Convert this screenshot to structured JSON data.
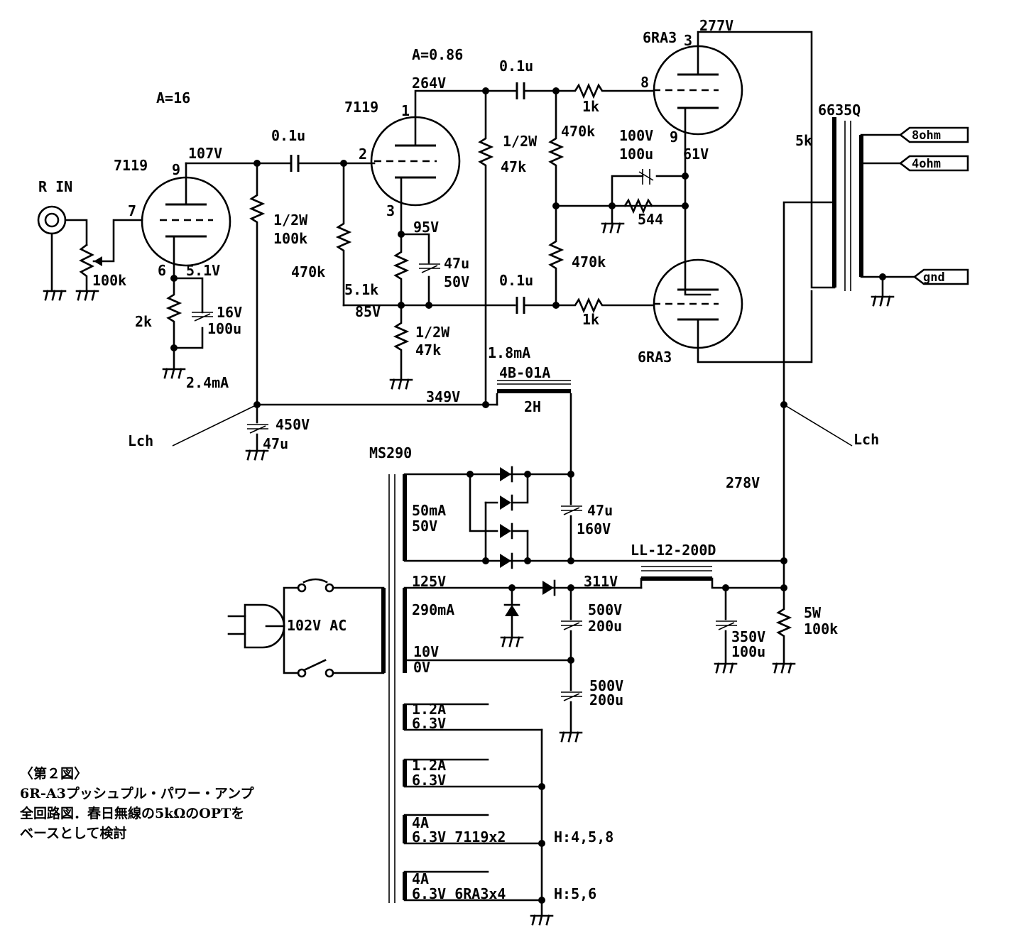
{
  "caption": {
    "line1": "〈第２図〉",
    "line2": "6R-A3プッシュプル・パワー・アンプ",
    "line3": "全回路図．春日無線の5kΩのOPTを",
    "line4": "ベースとして検討"
  },
  "labels": {
    "rin": "R IN",
    "vol": "100k",
    "gain1": "A=16",
    "v1": "7119",
    "v1p9": "9",
    "v1p7": "7",
    "v1p6": "6",
    "v1plate": "107V",
    "v1cath": "5.1V",
    "rk1": "2k",
    "ck1a": "16V",
    "ck1b": "100u",
    "i1": "2.4mA",
    "cc1": "0.1u",
    "rl1a": "1/2W",
    "rl1b": "100k",
    "rg2": "470k",
    "gain2": "A=0.86",
    "v2": "7119",
    "v2p1": "1",
    "v2p2": "2",
    "v2p3": "3",
    "v2plate": "264V",
    "v2cath": "95V",
    "rk2": "5.1k",
    "ck2a": "47u",
    "ck2b": "50V",
    "v2bias": "85V",
    "rb2a": "1/2W",
    "rb2b": "47k",
    "rl2a": "1/2W",
    "rl2b": "47k",
    "i2": "1.8mA",
    "cc2": "0.1u",
    "cc3": "0.1u",
    "rg3": "470k",
    "rg4": "470k",
    "rs1": "1k",
    "rs2": "1k",
    "v3": "6RA3",
    "v3p3": "3",
    "v3p8": "8",
    "v3p9": "9",
    "v3plate": "277V",
    "v3cath": "61V",
    "v4": "6RA3",
    "ck3a": "100V",
    "ck3b": "100u",
    "rk3": "544",
    "opt": "6635Q",
    "optz": "5k",
    "out8": "8ohm",
    "out4": "4ohm",
    "outg": "gnd",
    "choke1": "4B-01A",
    "choke1h": "2H",
    "b1": "349V",
    "cf1a": "450V",
    "cf1b": "47u",
    "lch1": "Lch",
    "lch2": "Lch",
    "b2": "278V",
    "pt": "MS290",
    "s1a": "50mA",
    "s1b": "50V",
    "cb1a": "47u",
    "cb1b": "160V",
    "choke2": "LL-12-200D",
    "s2a": "125V",
    "s2b": "290mA",
    "s2c": "10V",
    "s2d": "0V",
    "b3": "311V",
    "cb2a": "500V",
    "cb2b": "200u",
    "cb3a": "500V",
    "cb3b": "200u",
    "cb4a": "350V",
    "cb4b": "100u",
    "rbl1": "5W",
    "rbl2": "100k",
    "ac": "102V AC",
    "h1a": "1.2A",
    "h1b": "6.3V",
    "h2a": "1.2A",
    "h2b": "6.3V",
    "h3a": "4A",
    "h3b": "6.3V 7119x2",
    "h3c": "H:4,5,8",
    "h4a": "4A",
    "h4b": "6.3V 6RA3x4",
    "h4c": "H:5,6"
  }
}
